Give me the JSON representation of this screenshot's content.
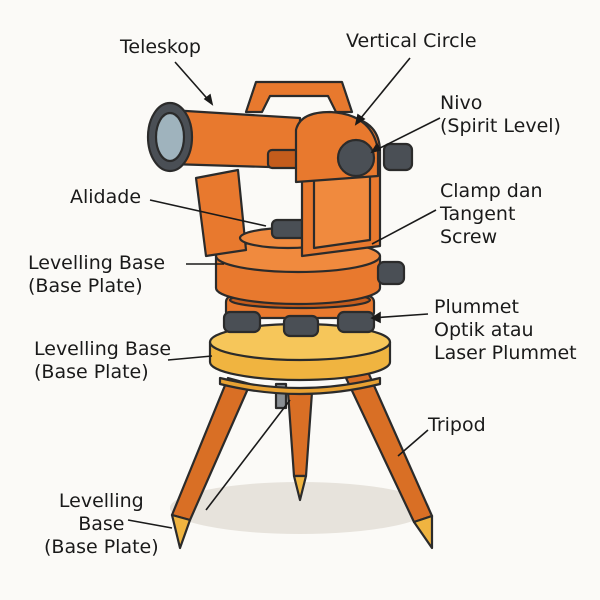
{
  "colors": {
    "orange": "#e8792e",
    "orange_dark": "#c45c1c",
    "leg_yellow": "#f0b440",
    "knob": "#4a4f55",
    "lens": "#9fb3bd",
    "outline": "#2b2b2b",
    "shadow": "#e7e3dc"
  },
  "labels": {
    "telescope": "Teleskop",
    "vertical_circle": "Vertical Circle",
    "nivo": {
      "line1": "Nivo",
      "line2": "(Spirit Level)"
    },
    "alidade": "Alidade",
    "clamp": {
      "line1": "Clamp dan",
      "line2": "Tangent",
      "line3": "Screw"
    },
    "levelling_1": {
      "line1": "Levelling Base",
      "line2": "(Base Plate)"
    },
    "levelling_2": {
      "line1": "Levelling Base",
      "line2": "(Base Plate)"
    },
    "plummet": {
      "line1": "Plummet",
      "line2": "Optik atau",
      "line3": "Laser Plummet"
    },
    "tripod": "Tripod",
    "levelling_3": {
      "line1": "Levelling",
      "line2": "Base",
      "line3": "(Base Plate)"
    }
  }
}
